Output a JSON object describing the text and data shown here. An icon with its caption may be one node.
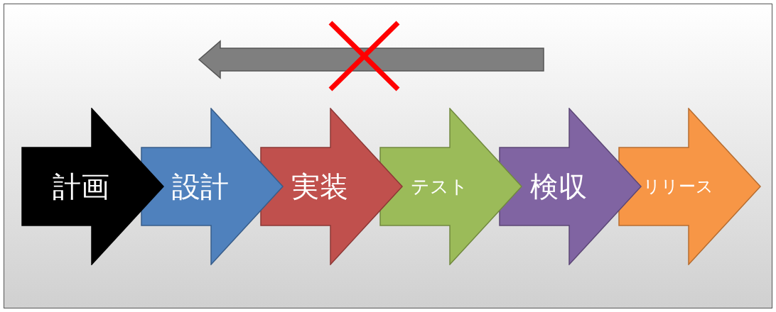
{
  "diagram": {
    "nodes": [
      {
        "text": [
          "計画"
        ]
      },
      {
        "text": [
          "設計"
        ]
      },
      {
        "text": [
          "実装"
        ]
      },
      {
        "text": [
          "テスト"
        ]
      },
      {
        "text": [
          "検収"
        ]
      },
      {
        "text": [
          "リリース"
        ]
      }
    ]
  }
}
